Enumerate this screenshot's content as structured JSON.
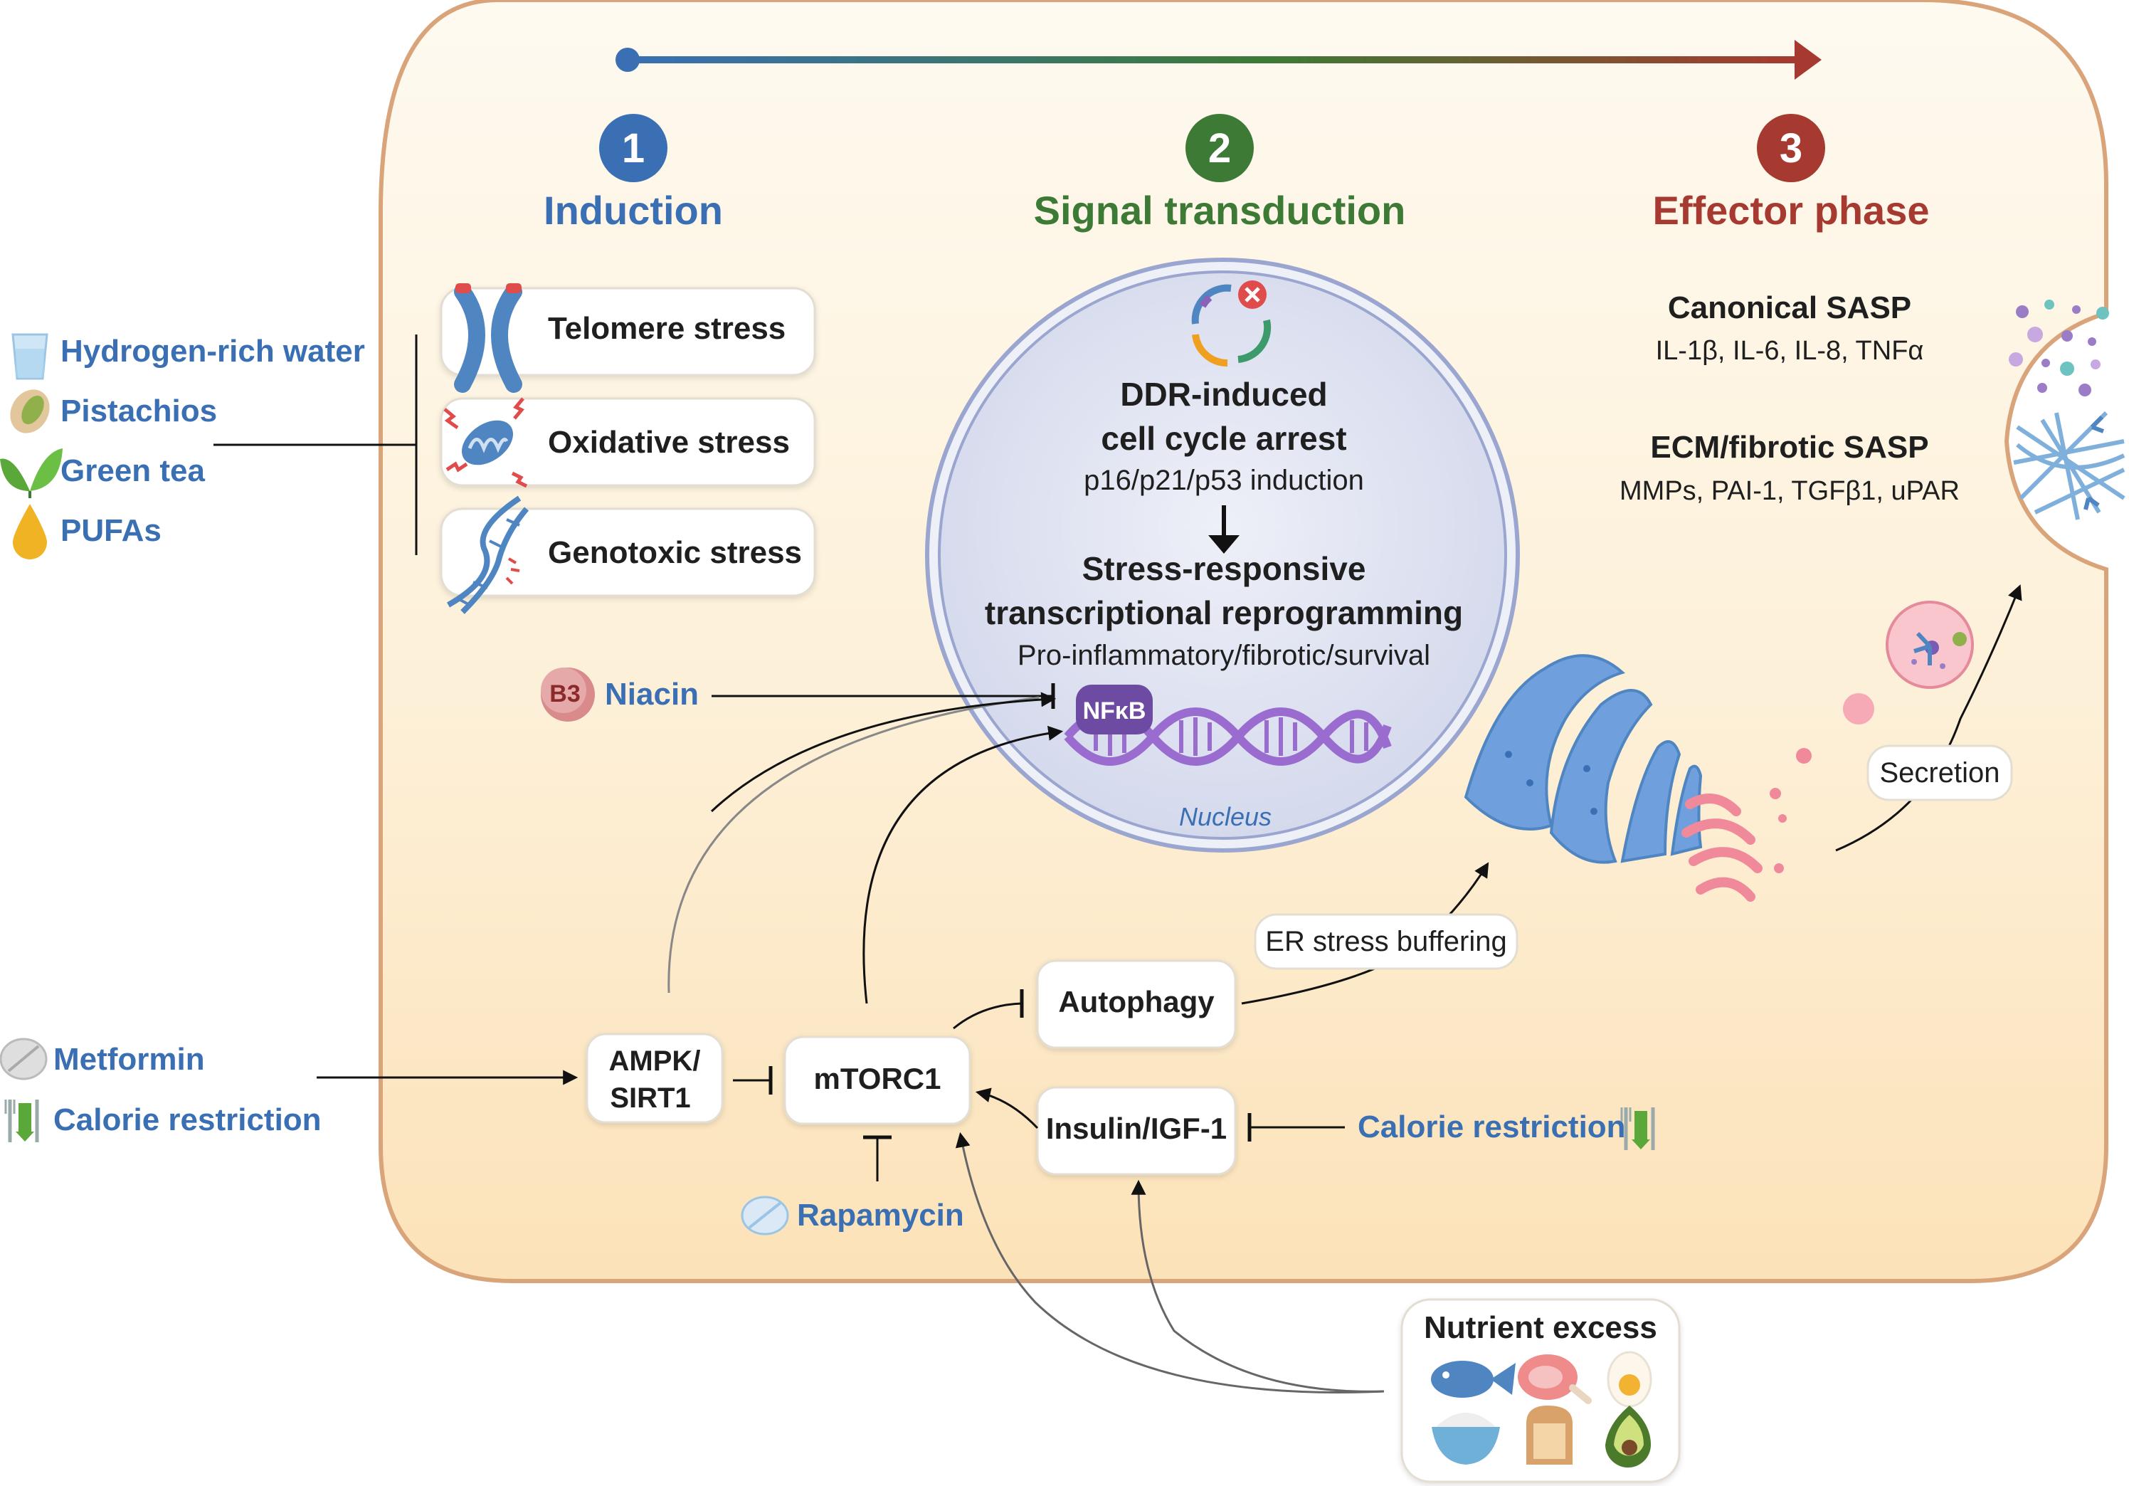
{
  "phases": [
    {
      "number": "1",
      "title": "Induction",
      "color": "#3a6fb4"
    },
    {
      "number": "2",
      "title": "Signal transduction",
      "color": "#3d7a35"
    },
    {
      "number": "3",
      "title": "Effector phase",
      "color": "#a63a30"
    }
  ],
  "stressors": [
    {
      "label": "Telomere stress",
      "icon": "chromosome-icon"
    },
    {
      "label": "Oxidative stress",
      "icon": "mitochondrion-icon"
    },
    {
      "label": "Genotoxic stress",
      "icon": "dna-damage-icon"
    }
  ],
  "induction_interventions": [
    {
      "label": "Hydrogen-rich water",
      "icon": "water-glass-icon"
    },
    {
      "label": "Pistachios",
      "icon": "pistachio-icon"
    },
    {
      "label": "Green tea",
      "icon": "tea-leaf-icon"
    },
    {
      "label": "PUFAs",
      "icon": "oil-drop-icon"
    }
  ],
  "nucleus": {
    "line1": "DDR-induced",
    "line2": "cell cycle arrest",
    "line3": "p16/p21/p53 induction",
    "line4": "Stress-responsive",
    "line5": "transcriptional reprogramming",
    "line6": "Pro-inflammatory/fibrotic/survival",
    "nfkb": "NFκB",
    "label": "Nucleus"
  },
  "niacin": {
    "badge": "B3",
    "label": "Niacin"
  },
  "sasp": {
    "canonical_title": "Canonical SASP",
    "canonical_items": "IL-1β, IL-6, IL-8, TNFα",
    "ecm_title": "ECM/fibrotic SASP",
    "ecm_items": "MMPs, PAI-1, TGFβ1, uPAR"
  },
  "secretion": "Secretion",
  "er_stress": "ER stress buffering",
  "nodes": {
    "autophagy": "Autophagy",
    "ampk_line1": "AMPK/",
    "ampk_line2": "SIRT1",
    "mtorc1": "mTORC1",
    "insulin": "Insulin/IGF-1"
  },
  "left_interventions": [
    {
      "label": "Metformin",
      "icon": "pill-icon"
    },
    {
      "label": "Calorie restriction",
      "icon": "fork-knife-down-icon"
    }
  ],
  "rapamycin": "Rapamycin",
  "right_calorie": "Calorie restriction",
  "nutrient": {
    "title": "Nutrient excess",
    "foods": [
      "fish-icon",
      "meat-icon",
      "egg-icon",
      "rice-icon",
      "bread-icon",
      "avocado-icon"
    ]
  },
  "colors": {
    "intervention_blue": "#3a6fb4",
    "cell_fill": "#fdebc8",
    "cell_border": "#d9a47a",
    "nucleus_fill": "#dce0ef",
    "nfkb": "#6e4ba3"
  }
}
